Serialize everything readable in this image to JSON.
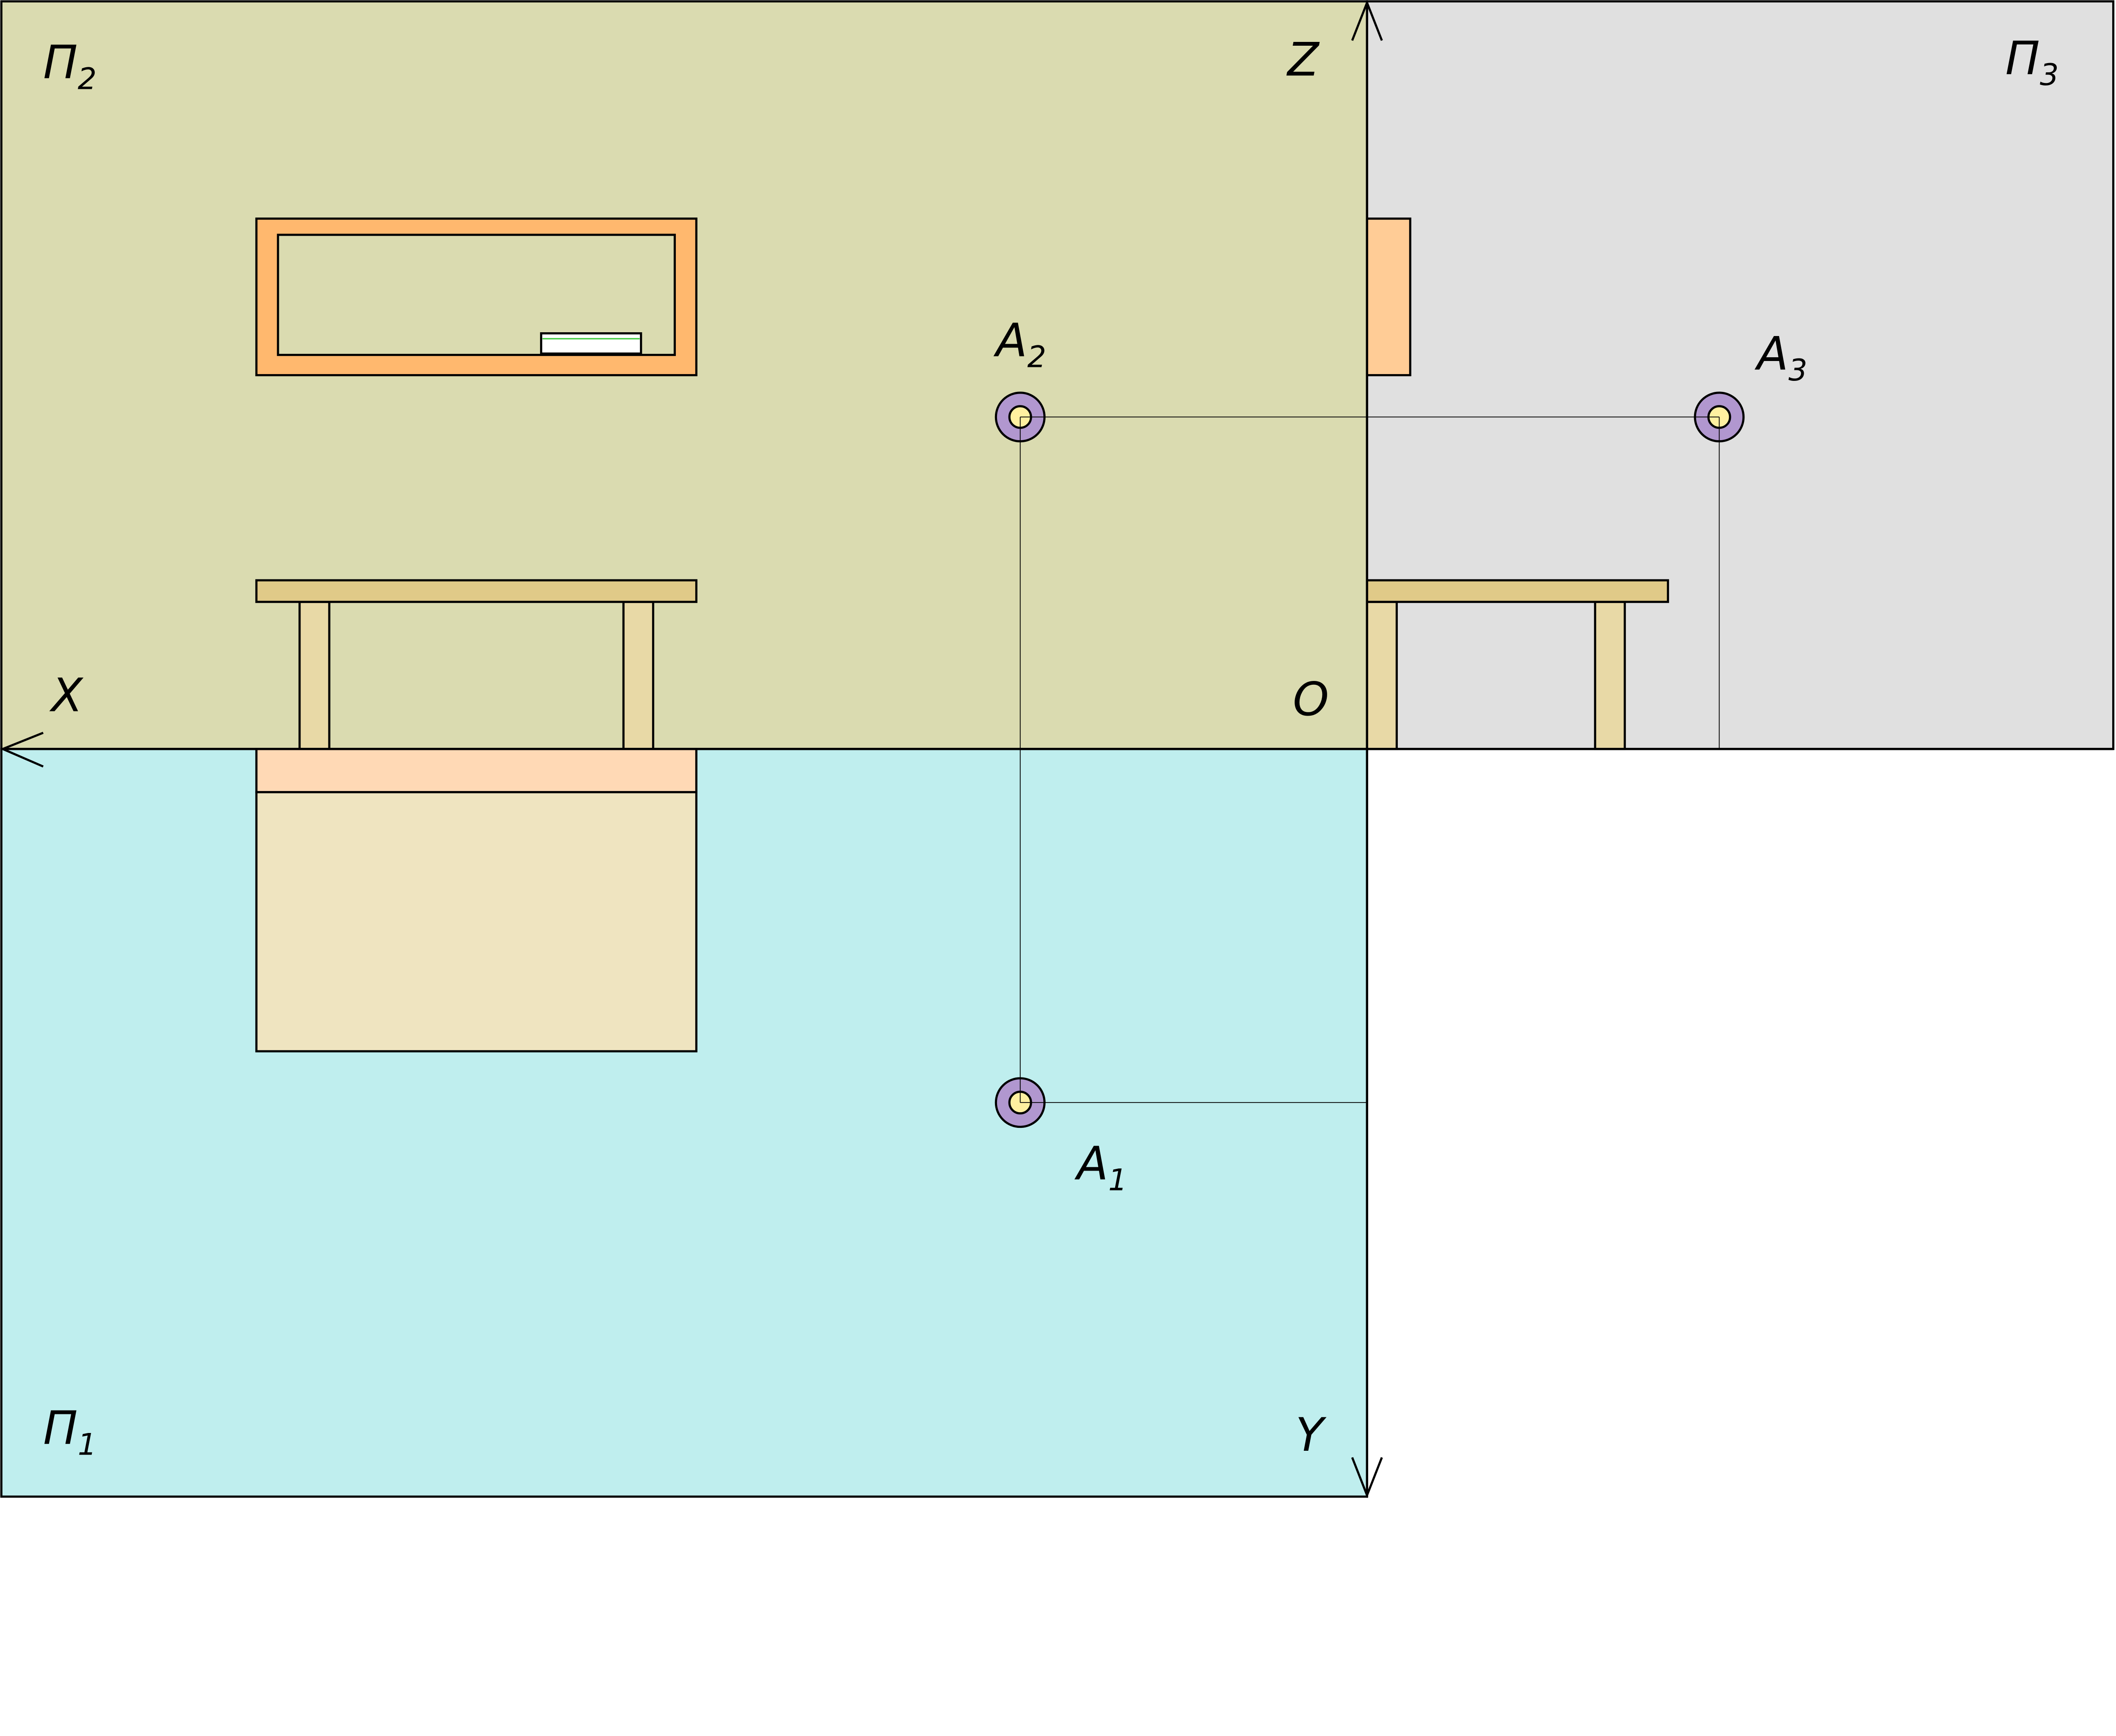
{
  "planes": {
    "frontal": {
      "label": "П",
      "sub": "2",
      "color": "#dadbb0"
    },
    "profile": {
      "label": "П",
      "sub": "3",
      "color": "#e0e0e0"
    },
    "horizontal": {
      "label": "П",
      "sub": "1",
      "color": "#bfeeee"
    }
  },
  "axes": {
    "x": "X",
    "y": "Y",
    "z": "Z",
    "origin": "O"
  },
  "points": [
    {
      "id": "A2",
      "label": "A",
      "sub": "2"
    },
    {
      "id": "A3",
      "label": "A",
      "sub": "3"
    },
    {
      "id": "A1",
      "label": "A",
      "sub": "1"
    }
  ],
  "colors": {
    "board_frame": "#ffb86e",
    "board_side": "#ffcc96",
    "table_top": "#e0ca88",
    "table_leg": "#e8d9a6",
    "table_plan_edge": "#ffd9b5",
    "table_plan": "#efe4c0",
    "point_outer": "#b197cf",
    "point_inner": "#fff0a0",
    "chalk_tray_accent": "#44cc44"
  }
}
